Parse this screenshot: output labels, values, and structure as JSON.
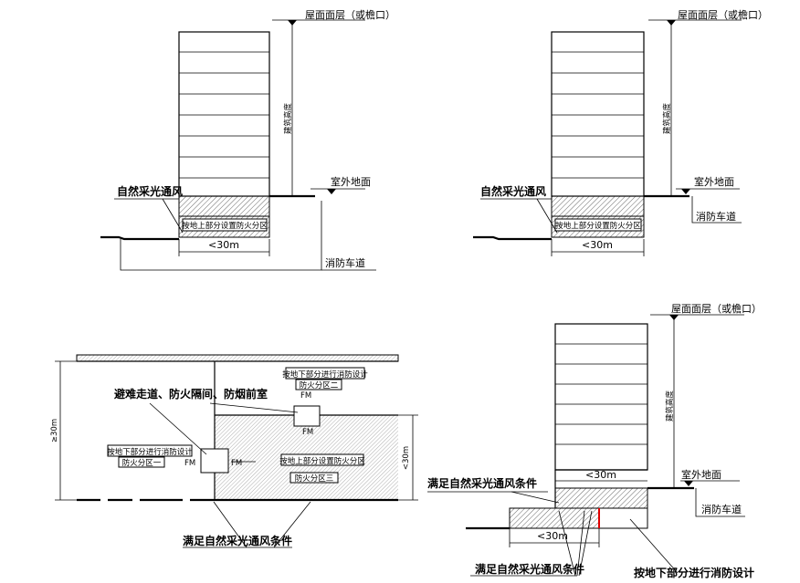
{
  "diagram1": {
    "roof_label": "屋面面层（或檐口）",
    "height_label": "建筑高度",
    "ground_label": "室外地面",
    "vent_label": "自然采光通风",
    "zone_label": "按地上部分设置防火分区",
    "dim_label": "<30m",
    "road_label": "消防车道"
  },
  "diagram2": {
    "roof_label": "屋面面层（或檐口）",
    "height_label": "建筑高度",
    "ground_label": "室外地面",
    "vent_label": "自然采光通风",
    "zone_label": "按地上部分设置防火分区",
    "dim_label": "<30m",
    "road_label": "消防车道"
  },
  "diagram3": {
    "corridor_label": "避难走道、防火隔间、防烟前室",
    "upper_zone_label": "按地下部分进行消防设计",
    "upper_zone_name": "防火分区二",
    "left_zone_label": "按地下部分进行消防设计",
    "left_zone_name": "防火分区一",
    "main_zone_label": "按地上部分设置防火分区",
    "main_zone_name": "防火分区三",
    "fm_label": "FM",
    "left_dim": "≥30m",
    "right_dim": "<30m",
    "vent_condition_label": "满足自然采光通风条件"
  },
  "diagram4": {
    "roof_label": "屋面面层（或檐口）",
    "height_label": "建筑高度",
    "ground_label": "室外地面",
    "dim_upper": "<30m",
    "dim_lower": "<30m",
    "road_label": "消防车道",
    "vent_condition_label_1": "满足自然采光通风条件",
    "vent_condition_label_2": "满足自然采光通风条件",
    "underground_label": "按地下部分进行消防设计"
  }
}
